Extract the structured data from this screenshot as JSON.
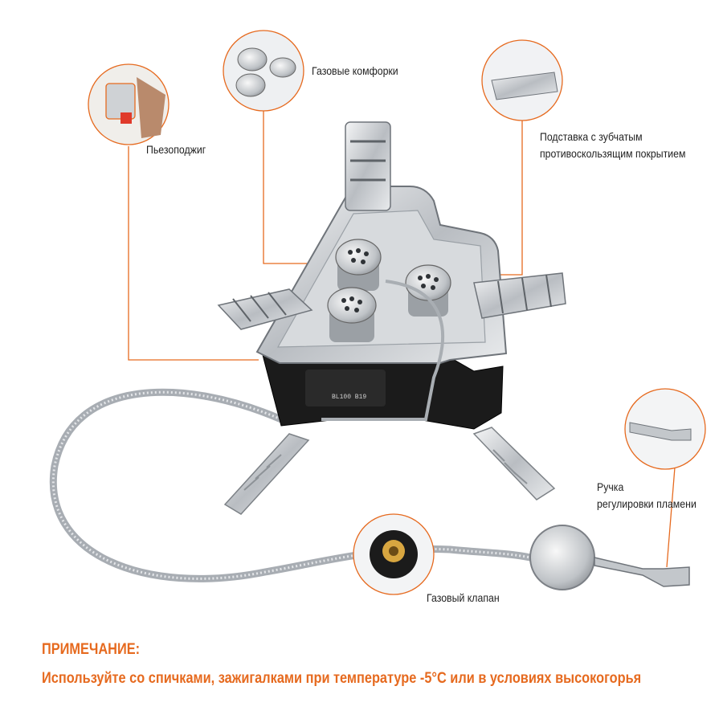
{
  "labels": {
    "burners": "Газовые комфорки",
    "piezo": "Пьезоподжиг",
    "support_line1": "Подставка с зубчатым",
    "support_line2": "противоскользящим покрытием",
    "handle_line1": "Ручка",
    "handle_line2": "регулировки пламени",
    "valve": "Газовый клапан"
  },
  "stove_marking": "BL100 B19",
  "note": {
    "heading": "ПРИМЕЧАНИЕ:",
    "text": "Используйте со спичками, зажигалками при температуре -5°С или в условиях высокогорья"
  },
  "colors": {
    "accent": "#e66a1f",
    "steel": "#c9ccd0",
    "body": "#1b1b1b"
  }
}
